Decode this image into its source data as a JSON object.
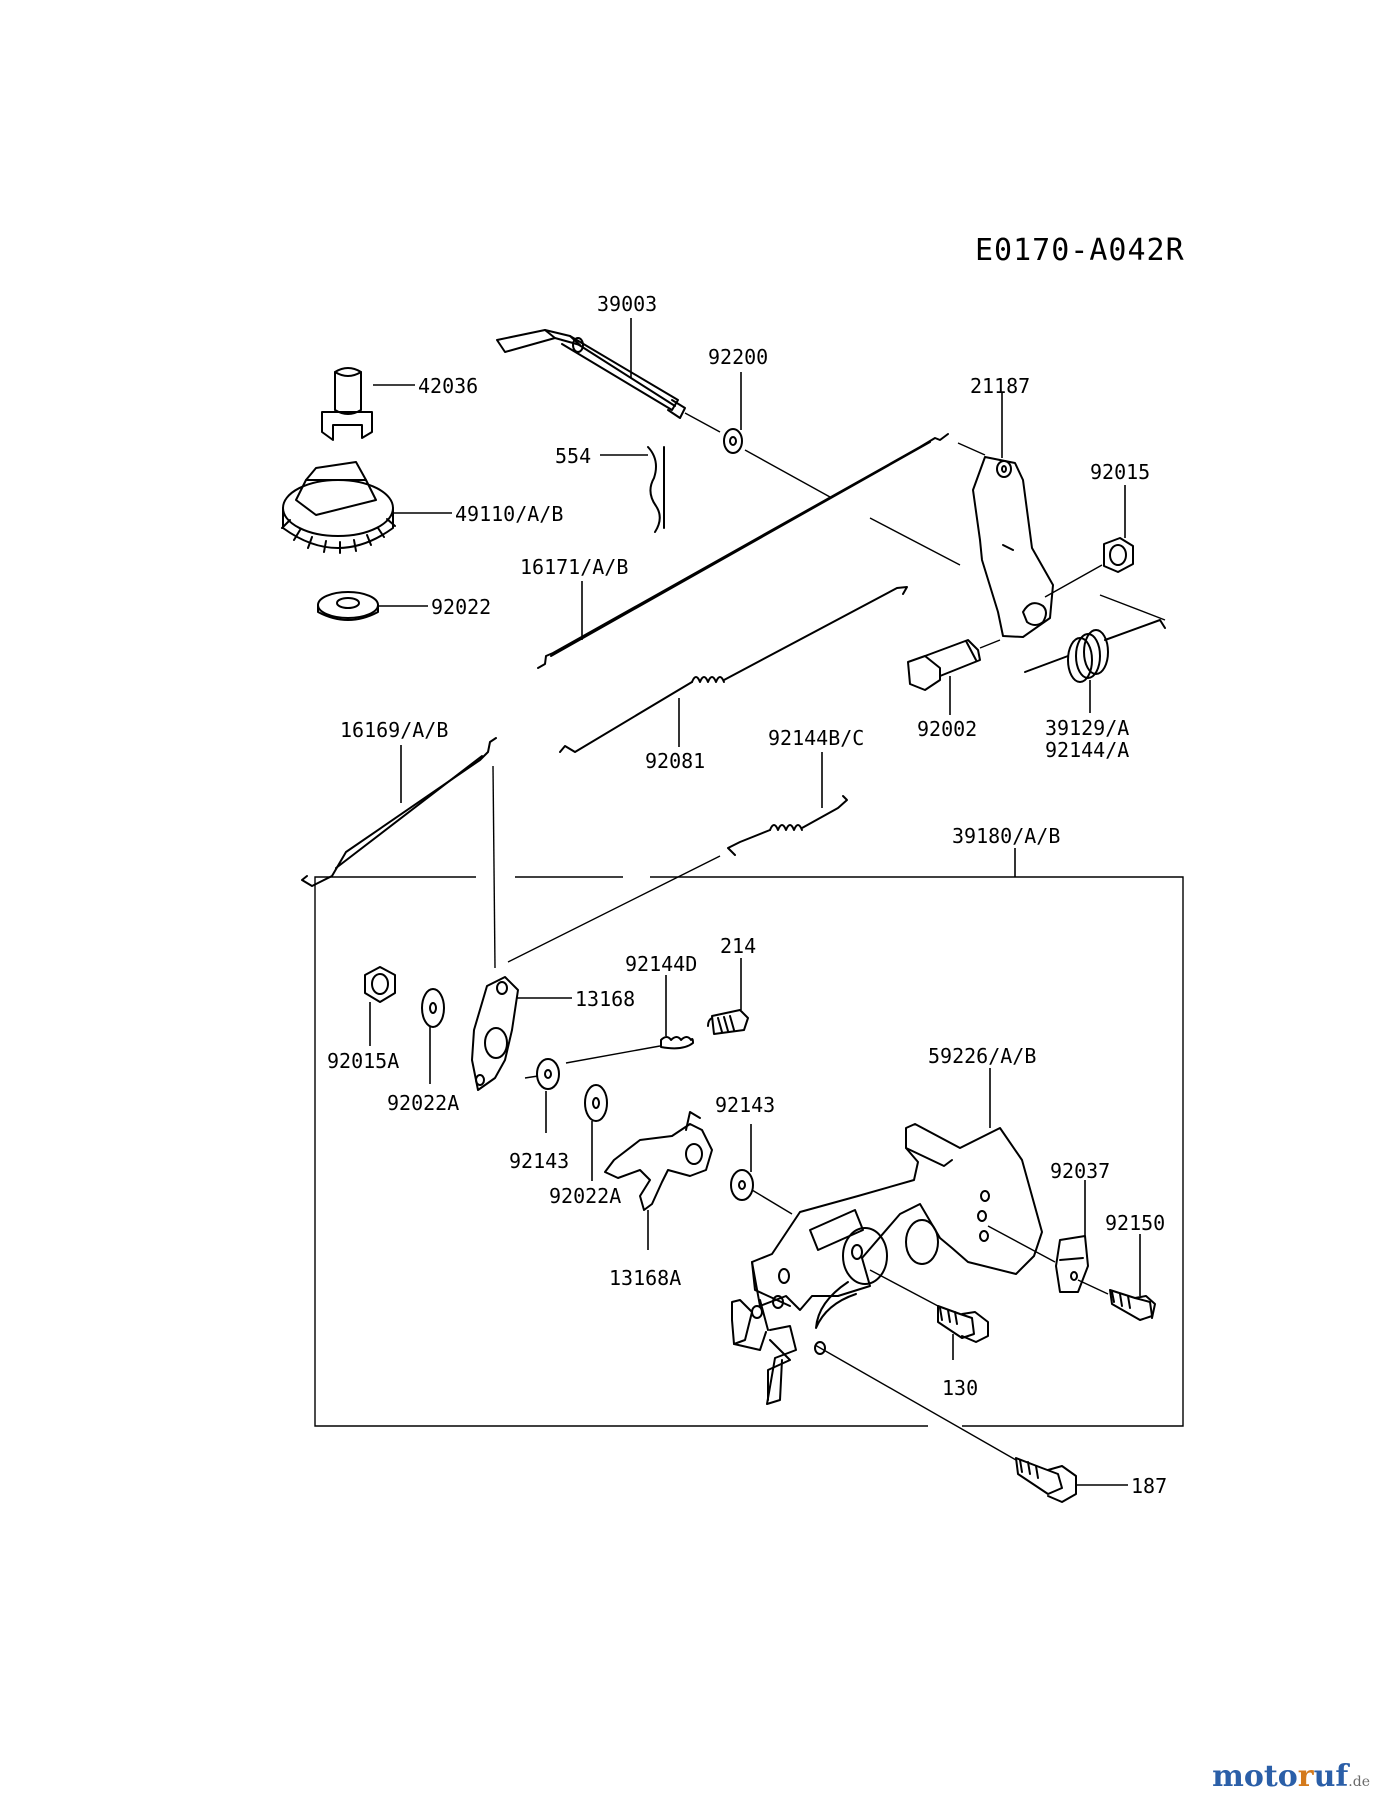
{
  "diagram_code": "E0170-A042R",
  "parts": {
    "p39003": "39003",
    "p92200": "92200",
    "p42036": "42036",
    "p554": "554",
    "p21187": "21187",
    "p92015": "92015",
    "p49110": "49110/A/B",
    "p92022": "92022",
    "p16171": "16171/A/B",
    "p92081": "92081",
    "p92002": "92002",
    "p39129": "39129/A",
    "p92144": "92144/A",
    "p16169": "16169/A/B",
    "p92144BC": "92144B/C",
    "p39180": "39180/A/B",
    "p13168": "13168",
    "p214": "214",
    "p92144D": "92144D",
    "p92015A": "92015A",
    "p92022A_left": "92022A",
    "p92143_left": "92143",
    "p92022A_mid": "92022A",
    "p13168A": "13168A",
    "p92143_right": "92143",
    "p59226": "59226/A/B",
    "p92037": "92037",
    "p92150": "92150",
    "p130": "130",
    "p187": "187"
  },
  "watermark": {
    "part1": "moto",
    "part2": "r",
    "part3": "uf",
    "part4": ".de"
  }
}
